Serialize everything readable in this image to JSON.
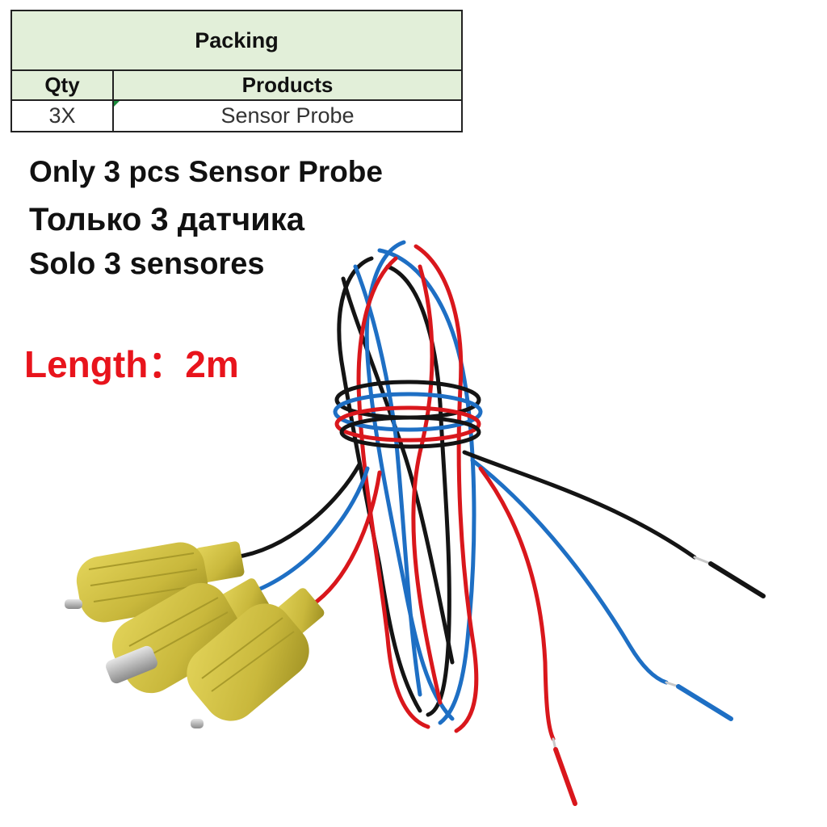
{
  "table": {
    "title": "Packing",
    "headers": [
      "Qty",
      "Products"
    ],
    "rows": [
      [
        "3X",
        "Sensor Probe"
      ]
    ]
  },
  "captions": {
    "en": "Only 3 pcs Sensor Probe",
    "ru": "Только 3 датчика",
    "es": "Solo 3 sensores"
  },
  "length_label": "Length：2m",
  "colors": {
    "table_header_bg": "#e2efd9",
    "length_text": "#e8141c",
    "wire_red": "#d9171c",
    "wire_blue": "#1e6fc4",
    "wire_black": "#141414",
    "probe_yellow": "#c9b83c"
  }
}
